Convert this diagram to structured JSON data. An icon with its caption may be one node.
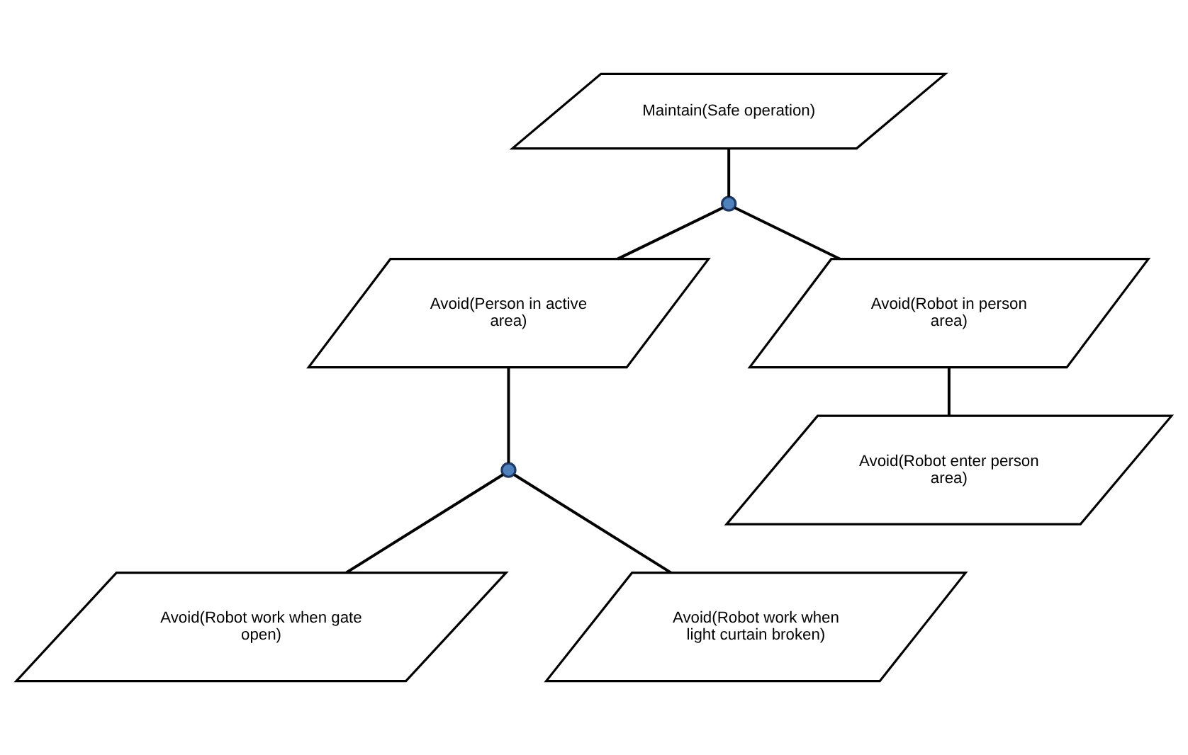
{
  "diagram": {
    "nodes": [
      {
        "text": [
          "Maintain(Safe operation)"
        ]
      },
      {
        "text": [],
        "shape": "circle"
      },
      {
        "text": [
          "Avoid(Person in active area)"
        ]
      },
      {
        "text": [
          "Avoid(Robot in person area)"
        ]
      },
      {
        "text": [],
        "shape": "circle"
      },
      {
        "text": [
          "Avoid(Robot work when gate open)"
        ]
      },
      {
        "text": [
          "Avoid(Robot work when light curtain broken)"
        ]
      },
      {
        "text": [
          "Avoid(Robot enter person area)"
        ]
      }
    ],
    "edges": [
      {
        "from": 0,
        "to": 1,
        "arrow": "none"
      },
      {
        "from": 1,
        "to": 2,
        "arrow": "none"
      },
      {
        "from": 1,
        "to": 3,
        "arrow": "none"
      },
      {
        "from": 2,
        "to": 4,
        "arrow": "none"
      },
      {
        "from": 4,
        "to": 5,
        "arrow": "none"
      },
      {
        "from": 4,
        "to": 6,
        "arrow": "none"
      },
      {
        "from": 3,
        "to": 7,
        "arrow": "none"
      }
    ]
  }
}
